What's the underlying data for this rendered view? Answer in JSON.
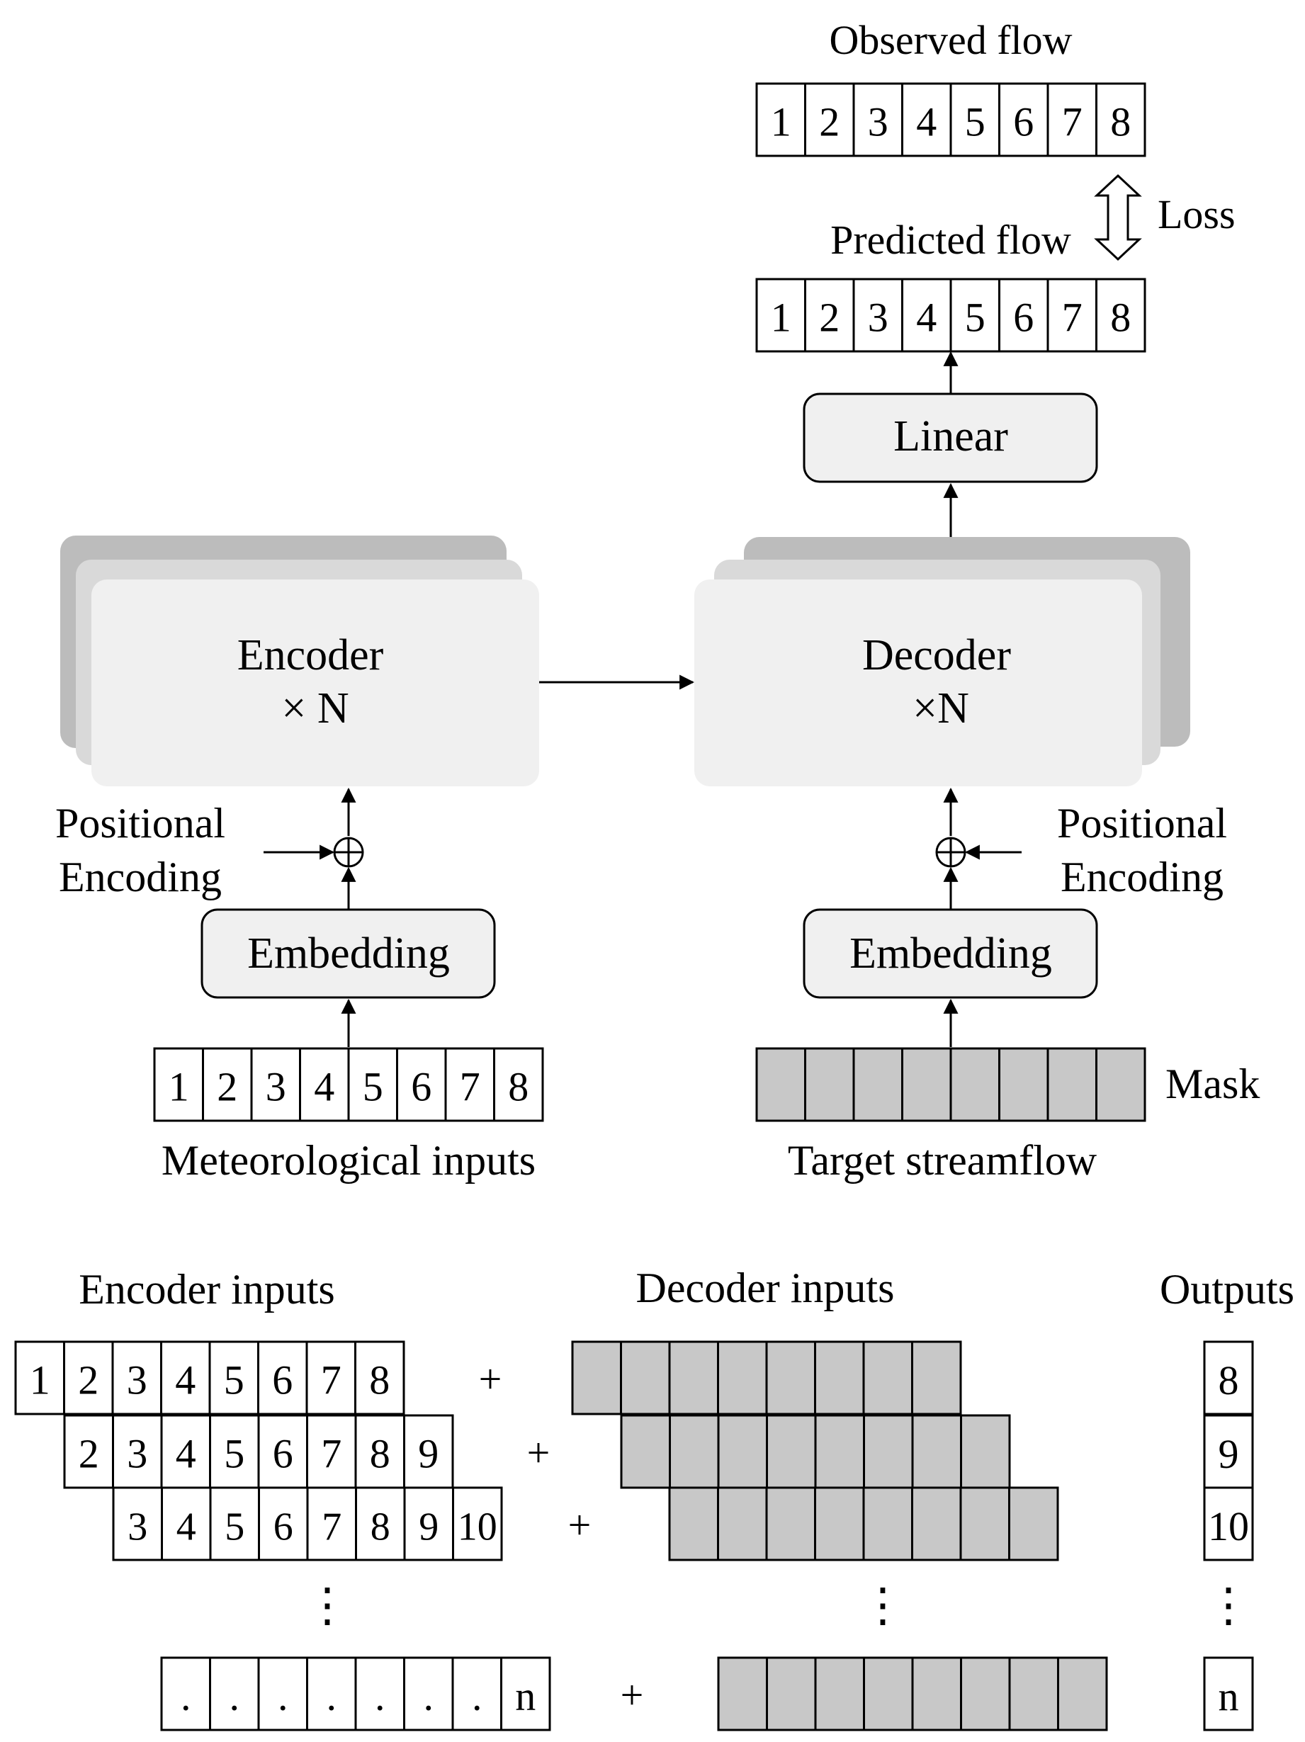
{
  "top": {
    "observed_label": "Observed flow",
    "observed_cells": [
      "1",
      "2",
      "3",
      "4",
      "5",
      "6",
      "7",
      "8"
    ],
    "loss_label": "Loss",
    "predicted_label": "Predicted flow",
    "predicted_cells": [
      "1",
      "2",
      "3",
      "4",
      "5",
      "6",
      "7",
      "8"
    ],
    "linear_label": "Linear"
  },
  "encoder": {
    "title": "Encoder",
    "times": "× N",
    "positional_line1": "Positional",
    "positional_line2": "Encoding",
    "embedding_label": "Embedding",
    "input_cells": [
      "1",
      "2",
      "3",
      "4",
      "5",
      "6",
      "7",
      "8"
    ],
    "input_label": "Meteorological inputs"
  },
  "decoder": {
    "title": "Decoder",
    "times": "×N",
    "positional_line1": "Positional",
    "positional_line2": "Encoding",
    "embedding_label": "Embedding",
    "mask_label": "Mask",
    "input_label": "Target streamflow"
  },
  "bottom": {
    "encoder_inputs_label": "Encoder inputs",
    "decoder_inputs_label": "Decoder inputs",
    "outputs_label": "Outputs",
    "plus": "+",
    "ellipsis": "⋮",
    "rows": [
      {
        "cells": [
          "1",
          "2",
          "3",
          "4",
          "5",
          "6",
          "7",
          "8"
        ],
        "output": "8"
      },
      {
        "cells": [
          "2",
          "3",
          "4",
          "5",
          "6",
          "7",
          "8",
          "9"
        ],
        "output": "9"
      },
      {
        "cells": [
          "3",
          "4",
          "5",
          "6",
          "7",
          "8",
          "9",
          "10"
        ],
        "output": "10"
      },
      {
        "cells": [
          ".",
          ".",
          ".",
          ".",
          ".",
          ".",
          ".",
          "n"
        ],
        "output": "n"
      }
    ]
  }
}
